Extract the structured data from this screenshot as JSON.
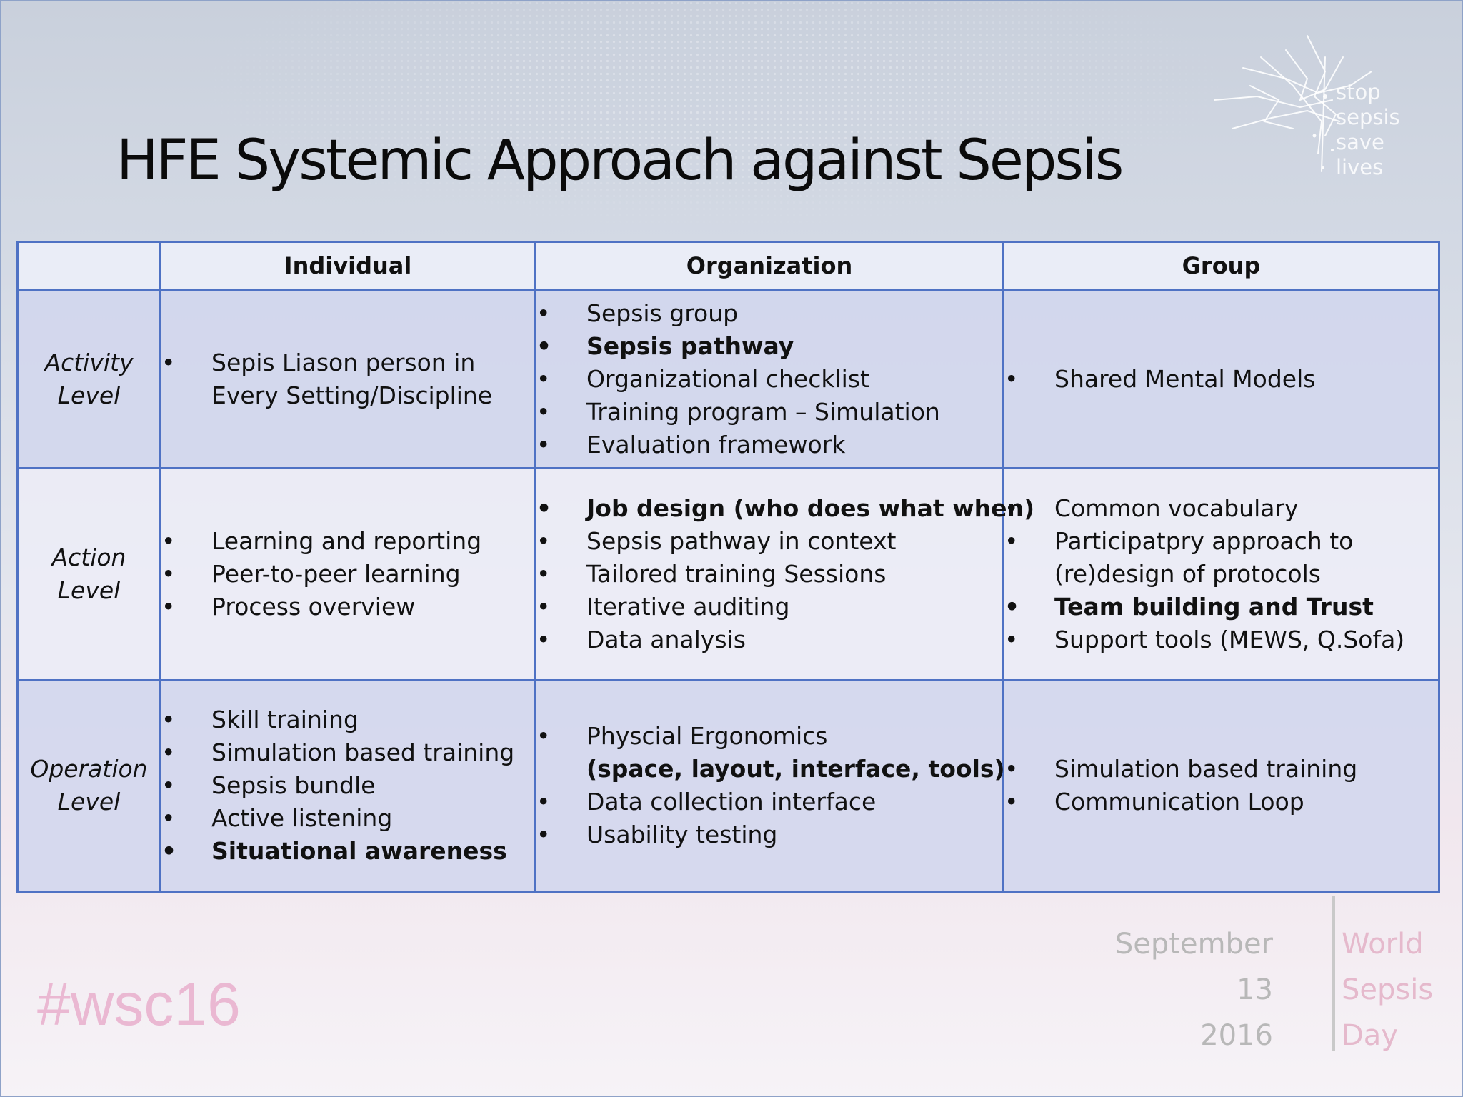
{
  "slide": {
    "title": "HFE Systemic Approach against Sepsis"
  },
  "logo": {
    "lines": [
      "stop",
      "sepsis",
      "save",
      "lives"
    ]
  },
  "table": {
    "headers": [
      "",
      "Individual",
      "Organization",
      "Group"
    ],
    "rows": [
      {
        "label_lines": [
          "Activity",
          "Level"
        ],
        "individual": [
          {
            "text": "Sepis Liason person in",
            "cont": "Every Setting/Discipline",
            "bold": false
          }
        ],
        "organization": [
          {
            "text": "Sepsis group",
            "bold": false
          },
          {
            "text": "Sepsis pathway",
            "bold": true
          },
          {
            "text": "Organizational checklist",
            "bold": false
          },
          {
            "text": "Training program – Simulation",
            "bold": false
          },
          {
            "text": "Evaluation framework",
            "bold": false
          }
        ],
        "group": [
          {
            "text": "Shared Mental Models",
            "bold": false
          }
        ]
      },
      {
        "label_lines": [
          "Action",
          "Level"
        ],
        "individual": [
          {
            "text": "Learning and reporting",
            "bold": false
          },
          {
            "text": "Peer-to-peer learning",
            "bold": false
          },
          {
            "text": "Process overview",
            "bold": false
          }
        ],
        "organization": [
          {
            "text": "Job design (who does what when)",
            "bold": true
          },
          {
            "text": "Sepsis pathway in context",
            "bold": false
          },
          {
            "text": "Tailored training Sessions",
            "bold": false
          },
          {
            "text": "Iterative auditing",
            "bold": false
          },
          {
            "text": "Data analysis",
            "bold": false
          }
        ],
        "group": [
          {
            "text": "Common vocabulary",
            "bold": false
          },
          {
            "text": "Participatpry approach to",
            "cont": "(re)design of protocols",
            "bold": false
          },
          {
            "text": "Team building and Trust",
            "bold": true
          },
          {
            "text": "Support tools (MEWS, Q.Sofa)",
            "bold": false
          }
        ]
      },
      {
        "label_lines": [
          "Operation",
          "Level"
        ],
        "individual": [
          {
            "text": "Skill training",
            "bold": false
          },
          {
            "text": "Simulation based training",
            "bold": false
          },
          {
            "text": "Sepsis bundle",
            "bold": false
          },
          {
            "text": "Active listening",
            "bold": false
          },
          {
            "text": "Situational awareness",
            "bold": true
          }
        ],
        "organization": [
          {
            "text": "Physcial Ergonomics",
            "cont": "(space, layout, interface, tools)",
            "cont_bold": true,
            "bold": false
          },
          {
            "text": "Data collection interface",
            "bold": false
          },
          {
            "text": "Usability testing",
            "bold": false
          }
        ],
        "group": [
          {
            "text": "Simulation based training",
            "bold": false
          },
          {
            "text": "Communication Loop",
            "bold": false
          }
        ]
      }
    ]
  },
  "footer": {
    "hashtag": "#wsc16",
    "date_lines": [
      "September",
      "13",
      "2016"
    ],
    "event_lines": [
      "World",
      "Sepsis",
      "Day"
    ]
  },
  "colors": {
    "table_border": "#4f72c4",
    "hashtag": "#eab8d2",
    "event_text": "#e5b9cc"
  }
}
